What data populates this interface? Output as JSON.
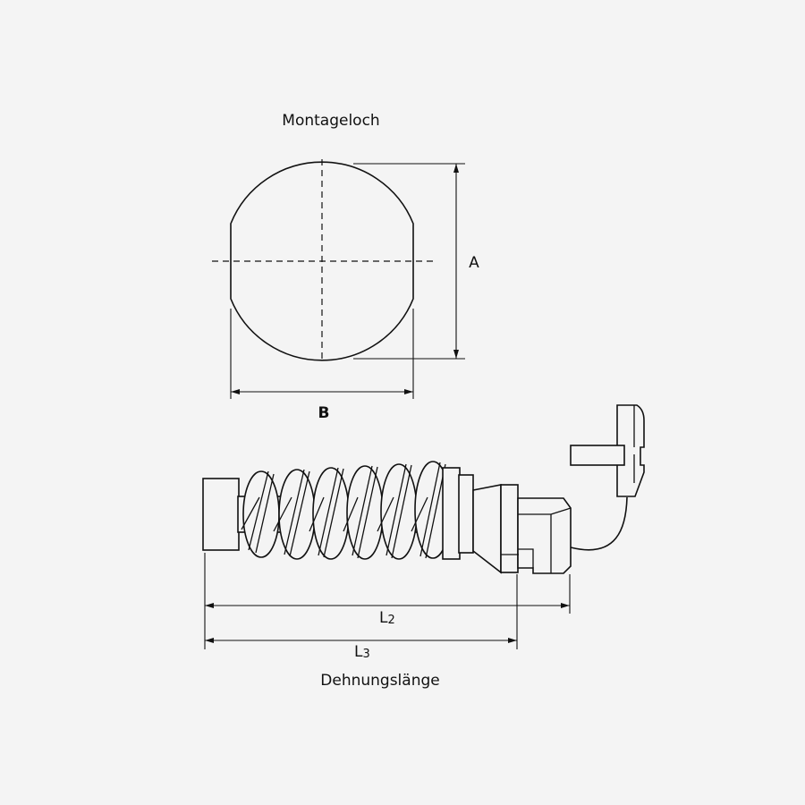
{
  "labels": {
    "mounting_hole_title": "Montageloch",
    "dim_a": "A",
    "dim_b": "B",
    "dim_l2_main": "L",
    "dim_l2_sub": "2",
    "dim_l3_main": "L",
    "dim_l3_sub": "3",
    "expansion_length": "Dehnungslänge"
  }
}
